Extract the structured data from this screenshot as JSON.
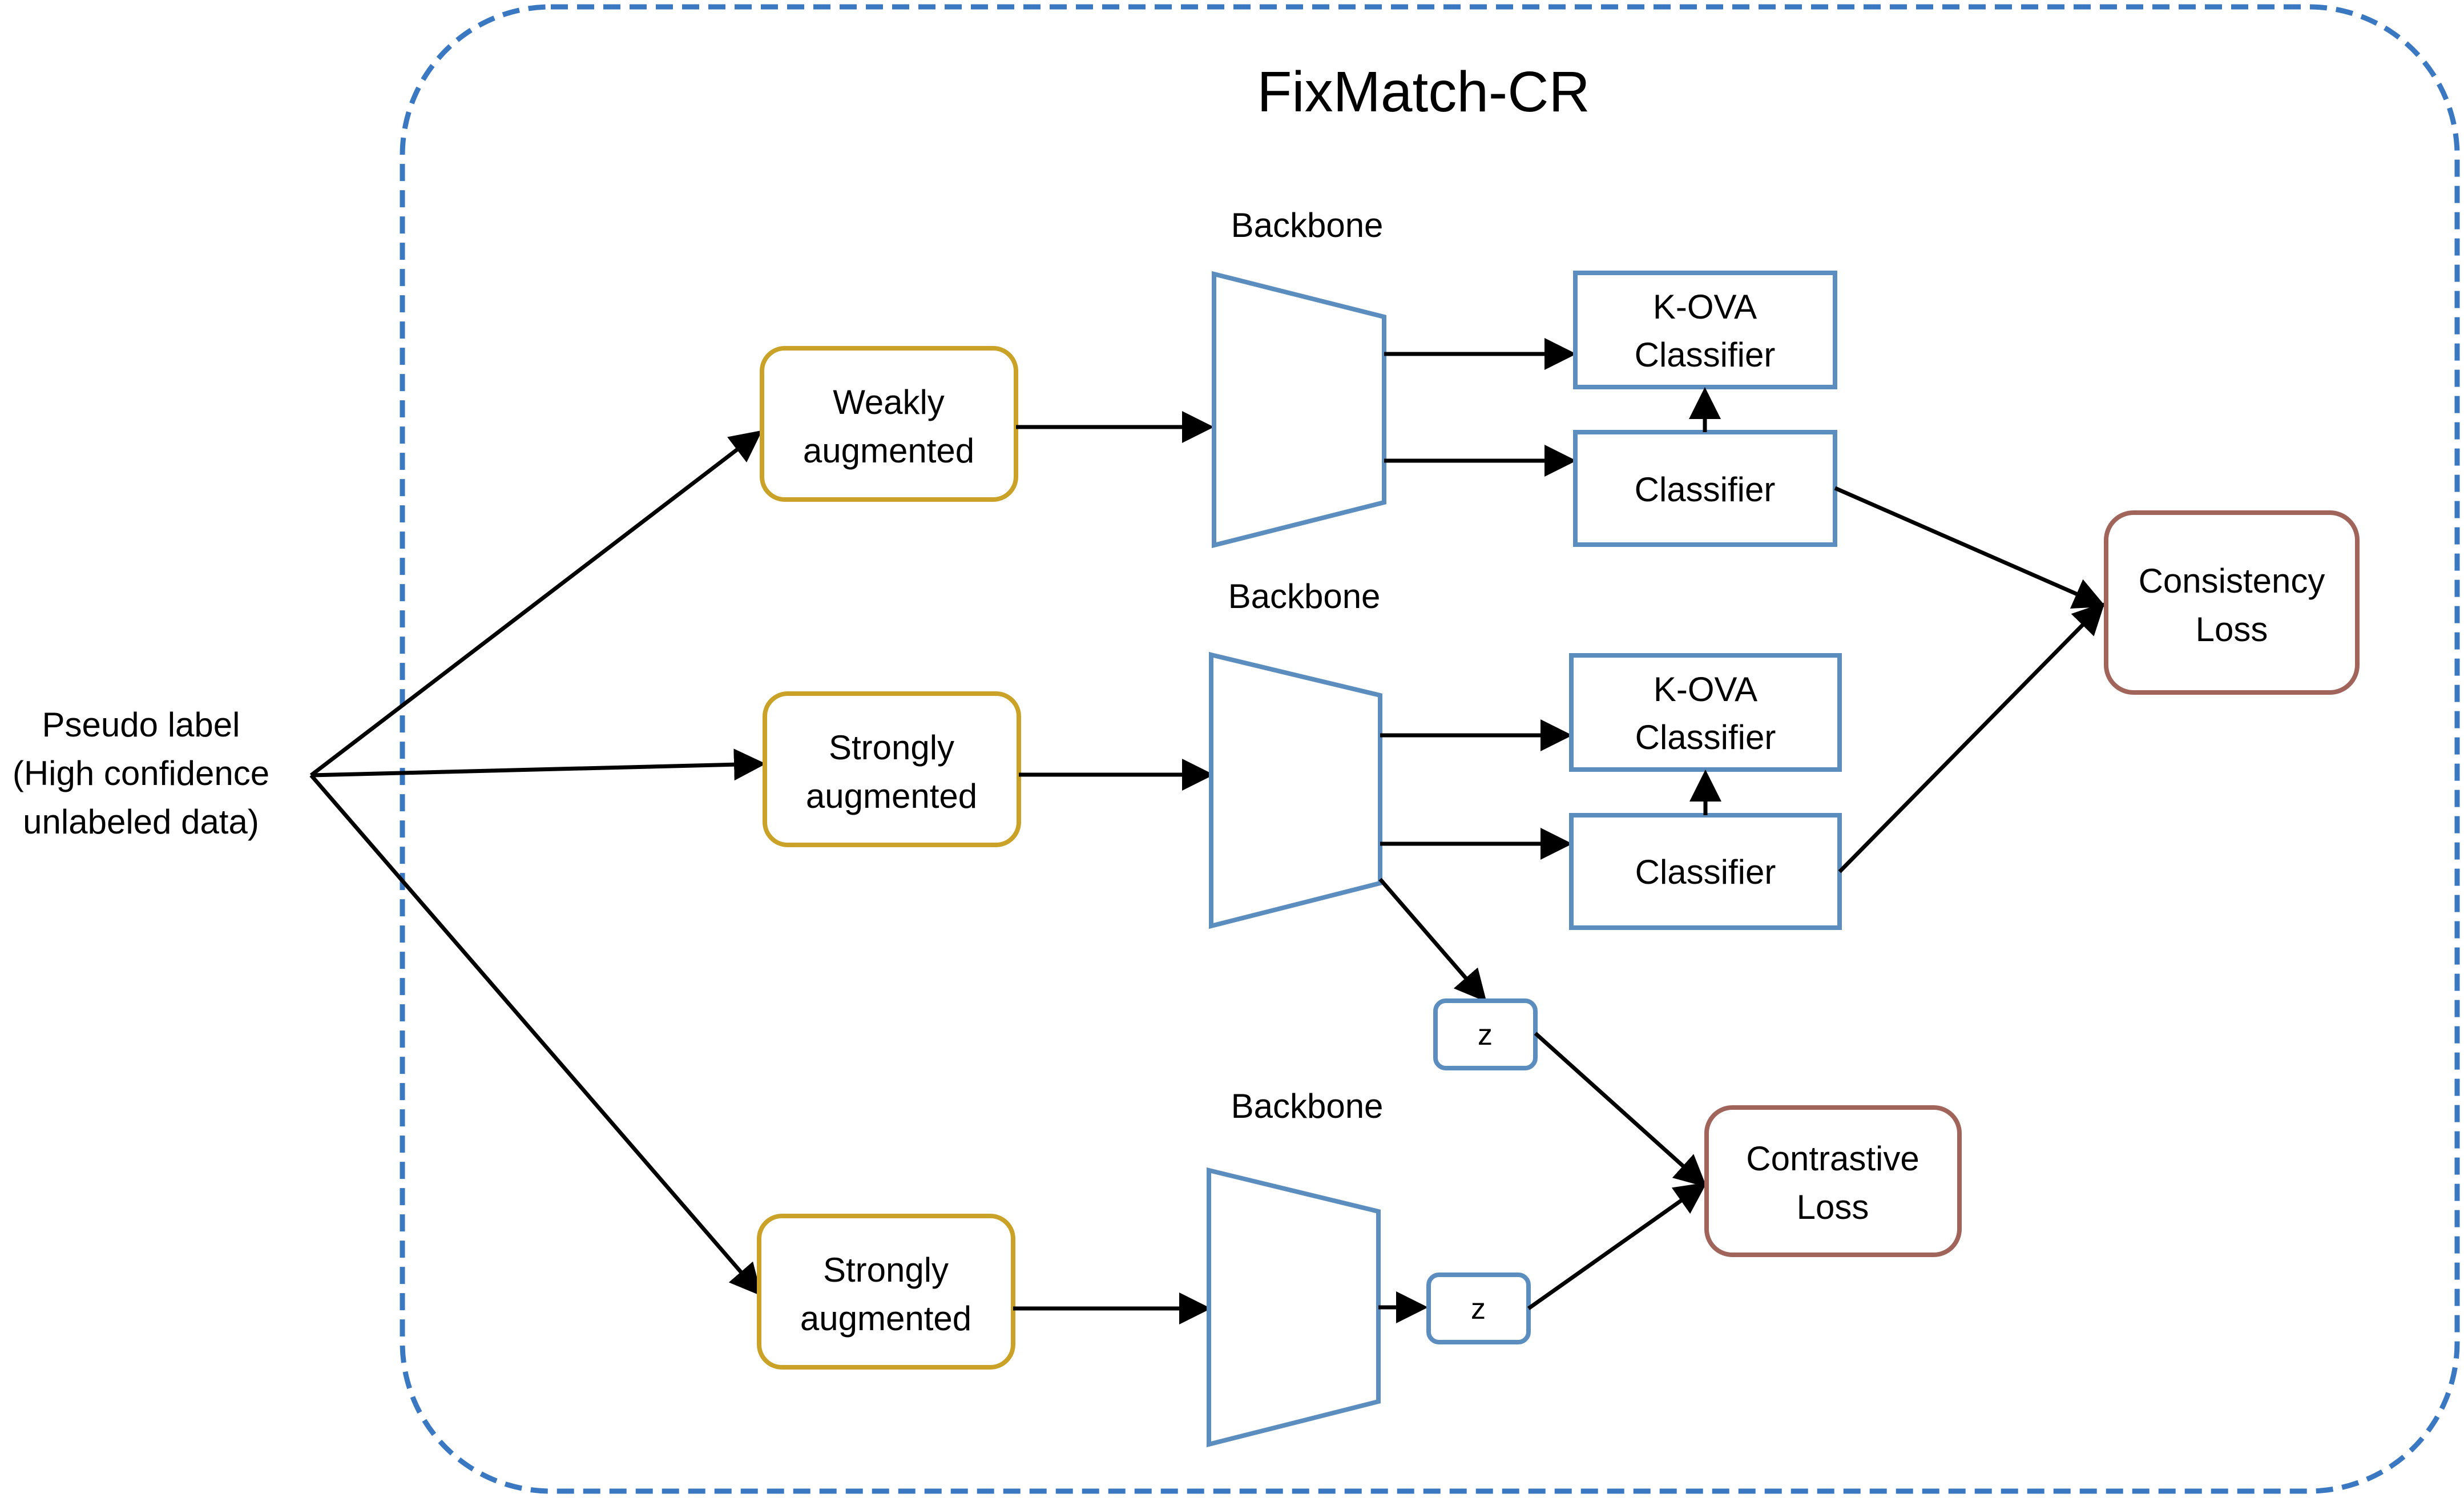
{
  "title": "FixMatch-CR",
  "input_label": [
    "Pseudo label",
    "(High confidence",
    "unlabeled data)"
  ],
  "branches": {
    "weak": {
      "augment_label": [
        "Weakly",
        "augmented"
      ],
      "backbone_label": "Backbone"
    },
    "strong1": {
      "augment_label": [
        "Strongly",
        "augmented"
      ],
      "backbone_label": "Backbone"
    },
    "strong2": {
      "augment_label": [
        "Strongly",
        "augmented"
      ],
      "backbone_label": "Backbone"
    }
  },
  "heads": {
    "kova_1": [
      "K-OVA",
      "Classifier"
    ],
    "classifier_1": "Classifier",
    "kova_2": [
      "K-OVA",
      "Classifier"
    ],
    "classifier_2": "Classifier",
    "z_1": "z",
    "z_2": "z"
  },
  "losses": {
    "consistency": [
      "Consistency",
      "Loss"
    ],
    "contrastive": [
      "Contrastive",
      "Loss"
    ]
  },
  "colors": {
    "augment_border": "#C9A227",
    "backbone_stroke": "#5B8DBF",
    "loss_border": "#A0645A",
    "container_dash": "#3A78C2",
    "arrow": "#000000"
  }
}
